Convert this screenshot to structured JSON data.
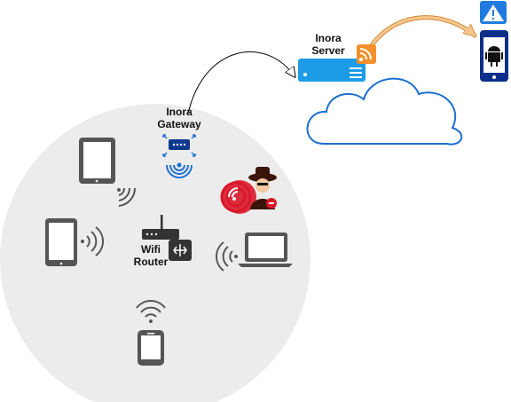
{
  "labels": {
    "gateway_line1": "Inora",
    "gateway_line2": "Gateway",
    "server_line1": "Inora",
    "server_line2": "Server",
    "router_line1": "Wifi",
    "router_line2": "Router"
  },
  "icons": {
    "server": "server-icon",
    "rss": "rss-icon",
    "cloud": "cloud-icon",
    "phone_android": "android-phone-icon",
    "alert": "warning-icon",
    "gateway": "gateway-icon",
    "router": "wifi-router-icon",
    "attacker": "attacker-icon",
    "tablet": "tablet-icon",
    "laptop": "laptop-icon",
    "smartphone": "smartphone-icon"
  },
  "colors": {
    "server_blue": "#1e9be6",
    "rss_orange": "#f3902a",
    "cloud_blue": "#1e6fd0",
    "alert_blue": "#1f7be0",
    "attacker_red": "#d9182a",
    "device_gray": "#555555",
    "area_gray": "#ececec"
  }
}
